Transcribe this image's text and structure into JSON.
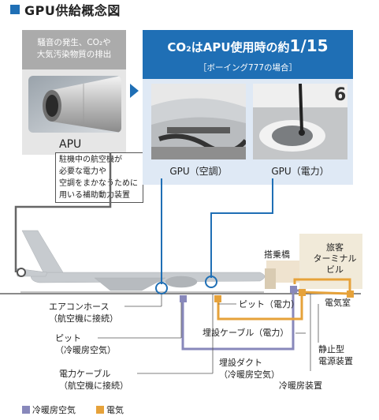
{
  "title": "GPU供給概念図",
  "apu_panel": {
    "header_line1": "騒音の発生、CO₂や",
    "header_line2": "大気汚染物質の排出",
    "label": "APU",
    "desc_line1": "駐機中の航空機が",
    "desc_line2": "必要な電力や",
    "desc_line3": "空調をまかなうために",
    "desc_line4": "用いる補助動力装置"
  },
  "gpu_panel": {
    "head_a": "CO₂はAPU使用時の約",
    "head_b": "1/15",
    "subhead": "［ボーイング777の場合］",
    "photo1_caption": "GPU（空調）",
    "photo2_caption": "GPU（電力）",
    "photo2_marker": "6"
  },
  "diagram": {
    "boarding_bridge": "搭乗橋",
    "terminal_line1": "旅客",
    "terminal_line2": "ターミナル",
    "terminal_line3": "ビル",
    "electrical_room": "電気室",
    "pit_power": "ピット（電力）",
    "buried_cable": "埋設ケーブル（電力）",
    "aircon_hose_1": "エアコンホース",
    "aircon_hose_2": "（航空機に接続）",
    "pit_hvac_1": "ピット",
    "pit_hvac_2": "（冷暖房空気）",
    "power_cable_1": "電力ケーブル",
    "power_cable_2": "（航空機に接続）",
    "buried_duct_1": "埋設ダクト",
    "buried_duct_2": "（冷暖房空気）",
    "static_power_1": "静止型",
    "static_power_2": "電源装置",
    "hvac_unit": "冷暖房装置"
  },
  "legend": {
    "hvac": "冷暖房空気",
    "power": "電気"
  },
  "colors": {
    "brand_blue": "#1f6fb5",
    "hvac_purple": "#8888bb",
    "power_orange": "#e6a23a",
    "panel_gray": "#e6e6e6",
    "panel_blue": "#dfe9f5"
  }
}
